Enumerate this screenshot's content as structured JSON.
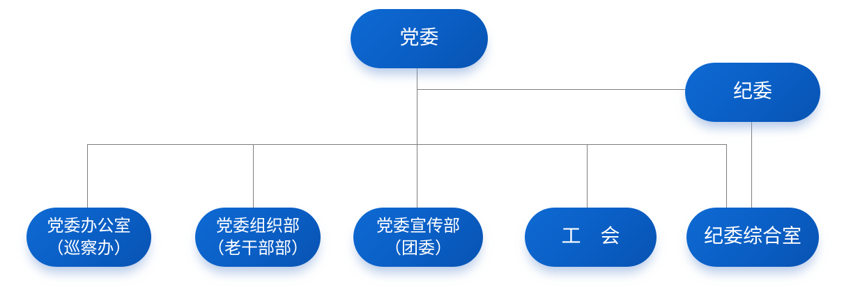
{
  "diagram": {
    "type": "org-chart",
    "colors": {
      "background": "#ffffff",
      "connector": "#7d7d7d",
      "node_fill_start": "#0e6ad3",
      "node_fill_end": "#0853b2",
      "node_text": "#ffffff"
    },
    "nodes": {
      "dangwei": {
        "label": "党委"
      },
      "jiwei": {
        "label": "纪委"
      },
      "dangwei_office": {
        "line1": "党委办公室",
        "line2": "（巡察办）"
      },
      "organization_dept": {
        "line1": "党委组织部",
        "line2": "（老干部部）"
      },
      "propaganda_dept": {
        "line1": "党委宣传部",
        "line2": "（团委）"
      },
      "labor_union": {
        "label": "工　会"
      },
      "jiwei_office": {
        "label": "纪委综合室"
      }
    },
    "edges": [
      {
        "from": "党委",
        "to": "纪委"
      },
      {
        "from": "党委",
        "to": "党委办公室（巡察办）"
      },
      {
        "from": "党委",
        "to": "党委组织部（老干部部）"
      },
      {
        "from": "党委",
        "to": "党委宣传部（团委）"
      },
      {
        "from": "党委",
        "to": "工　会"
      },
      {
        "from": "党委",
        "to": "纪委综合室"
      },
      {
        "from": "纪委",
        "to": "纪委综合室"
      }
    ]
  }
}
